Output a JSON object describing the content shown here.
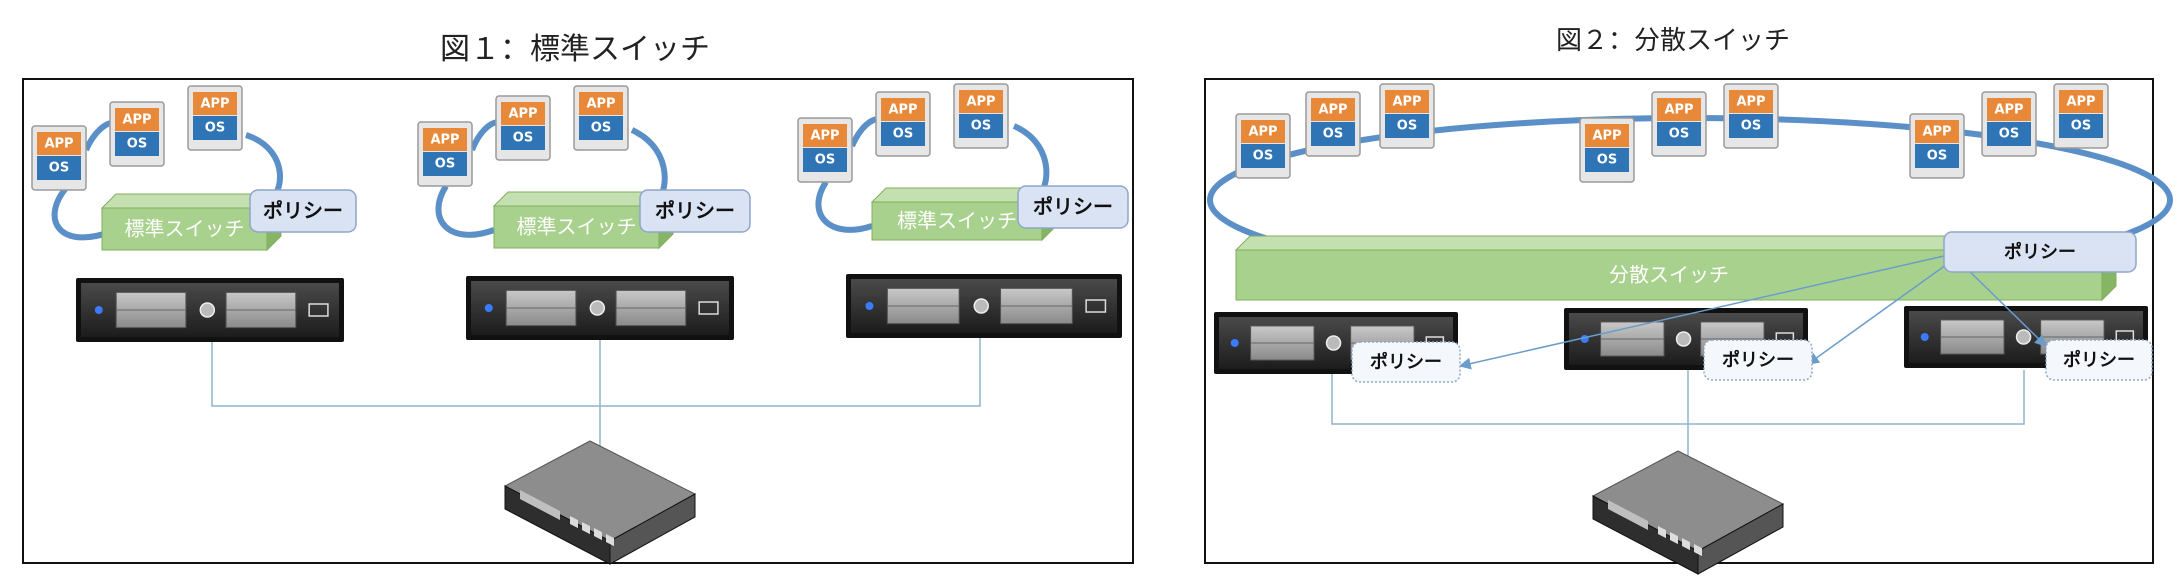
{
  "figure1": {
    "title": "図１：標準スイッチ",
    "vm_app_label": "APP",
    "vm_os_label": "OS",
    "switch_label": "標準スイッチ",
    "policy_label": "ポリシー"
  },
  "figure2": {
    "title": "図２：分散スイッチ",
    "vm_app_label": "APP",
    "vm_os_label": "OS",
    "switch_label": "分散スイッチ",
    "policy_label": "ポリシー"
  },
  "colors": {
    "app_orange": "#e8893a",
    "os_blue": "#2f74b5",
    "switch_green": "#a9d18e",
    "policy_fill": "#dae3f3",
    "loop_blue": "#5b8fc7",
    "server_dark": "#2a2a2a",
    "link_line": "#8fb3c9"
  }
}
